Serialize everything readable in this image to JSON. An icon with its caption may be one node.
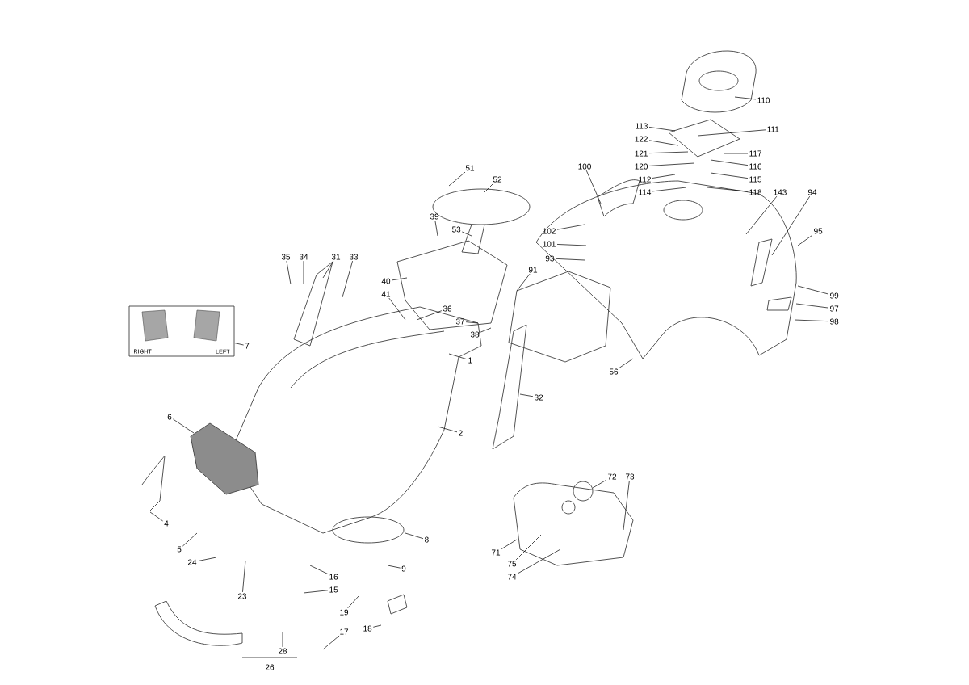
{
  "diagram": {
    "nodes": [
      {
        "text": [
          "RIGHT",
          "LEFT"
        ]
      },
      {
        "text": [
          "110"
        ]
      },
      {
        "text": [
          "113"
        ]
      },
      {
        "text": [
          "111"
        ]
      },
      {
        "text": [
          "122"
        ]
      },
      {
        "text": [
          "117"
        ]
      },
      {
        "text": [
          "121"
        ]
      },
      {
        "text": [
          "116"
        ]
      },
      {
        "text": [
          "100"
        ]
      },
      {
        "text": [
          "120"
        ]
      },
      {
        "text": [
          "115"
        ]
      },
      {
        "text": [
          "112"
        ]
      },
      {
        "text": [
          "51"
        ]
      },
      {
        "text": [
          "52"
        ]
      },
      {
        "text": [
          "114"
        ]
      },
      {
        "text": [
          "118"
        ]
      },
      {
        "text": [
          "143"
        ]
      },
      {
        "text": [
          "94"
        ]
      },
      {
        "text": [
          "39"
        ]
      },
      {
        "text": [
          "53"
        ]
      },
      {
        "text": [
          "102"
        ]
      },
      {
        "text": [
          "95"
        ]
      },
      {
        "text": [
          "101"
        ]
      },
      {
        "text": [
          "35"
        ]
      },
      {
        "text": [
          "34"
        ]
      },
      {
        "text": [
          "31"
        ]
      },
      {
        "text": [
          "33"
        ]
      },
      {
        "text": [
          "93"
        ]
      },
      {
        "text": [
          "91"
        ]
      },
      {
        "text": [
          "40"
        ]
      },
      {
        "text": [
          "41"
        ]
      },
      {
        "text": [
          "99"
        ]
      },
      {
        "text": [
          "36"
        ]
      },
      {
        "text": [
          "97"
        ]
      },
      {
        "text": [
          "37"
        ]
      },
      {
        "text": [
          "98"
        ]
      },
      {
        "text": [
          "38"
        ]
      },
      {
        "text": [
          "7"
        ]
      },
      {
        "text": [
          "1"
        ]
      },
      {
        "text": [
          "56"
        ]
      },
      {
        "text": [
          "32"
        ]
      },
      {
        "text": [
          "6"
        ]
      },
      {
        "text": [
          "2"
        ]
      },
      {
        "text": [
          "72"
        ]
      },
      {
        "text": [
          "73"
        ]
      },
      {
        "text": [
          "4"
        ]
      },
      {
        "text": [
          "8"
        ]
      },
      {
        "text": [
          "5"
        ]
      },
      {
        "text": [
          "71"
        ]
      },
      {
        "text": [
          "24"
        ]
      },
      {
        "text": [
          "75"
        ]
      },
      {
        "text": [
          "9"
        ]
      },
      {
        "text": [
          "74"
        ]
      },
      {
        "text": [
          "16"
        ]
      },
      {
        "text": [
          "15"
        ]
      },
      {
        "text": [
          "23"
        ]
      },
      {
        "text": [
          "19"
        ]
      },
      {
        "text": [
          "17"
        ]
      },
      {
        "text": [
          "18"
        ]
      },
      {
        "text": [
          "28"
        ]
      }
    ],
    "edges": [
      {
        "from": 1,
        "to": null,
        "arrow": "none"
      },
      {
        "from": 2,
        "to": null,
        "arrow": "none"
      },
      {
        "from": 3,
        "to": null,
        "arrow": "none"
      },
      {
        "from": 4,
        "to": null,
        "arrow": "none"
      },
      {
        "from": 5,
        "to": null,
        "arrow": "none"
      },
      {
        "from": 6,
        "to": null,
        "arrow": "none"
      },
      {
        "from": 7,
        "to": null,
        "arrow": "none"
      },
      {
        "from": 8,
        "to": null,
        "arrow": "none"
      },
      {
        "from": 9,
        "to": null,
        "arrow": "none"
      },
      {
        "from": 10,
        "to": null,
        "arrow": "none"
      },
      {
        "from": 11,
        "to": null,
        "arrow": "none"
      },
      {
        "from": 12,
        "to": null,
        "arrow": "none"
      },
      {
        "from": 13,
        "to": null,
        "arrow": "none"
      },
      {
        "from": 14,
        "to": null,
        "arrow": "none"
      },
      {
        "from": 15,
        "to": null,
        "arrow": "none"
      },
      {
        "from": 16,
        "to": null,
        "arrow": "none"
      },
      {
        "from": 17,
        "to": null,
        "arrow": "none"
      },
      {
        "from": 18,
        "to": null,
        "arrow": "none"
      },
      {
        "from": 19,
        "to": null,
        "arrow": "none"
      },
      {
        "from": 20,
        "to": null,
        "arrow": "none"
      },
      {
        "from": 21,
        "to": null,
        "arrow": "none"
      },
      {
        "from": 22,
        "to": null,
        "arrow": "none"
      },
      {
        "from": 23,
        "to": null,
        "arrow": "none"
      },
      {
        "from": 24,
        "to": null,
        "arrow": "none"
      },
      {
        "from": 25,
        "to": null,
        "arrow": "none"
      },
      {
        "from": 26,
        "to": null,
        "arrow": "none"
      },
      {
        "from": 27,
        "to": null,
        "arrow": "none"
      },
      {
        "from": 28,
        "to": null,
        "arrow": "none"
      },
      {
        "from": 29,
        "to": null,
        "arrow": "none"
      },
      {
        "from": 30,
        "to": null,
        "arrow": "none"
      },
      {
        "from": 31,
        "to": null,
        "arrow": "none"
      },
      {
        "from": 32,
        "to": null,
        "arrow": "none"
      },
      {
        "from": 33,
        "to": null,
        "arrow": "none"
      },
      {
        "from": 34,
        "to": null,
        "arrow": "none"
      },
      {
        "from": 35,
        "to": null,
        "arrow": "none"
      },
      {
        "from": 36,
        "to": null,
        "arrow": "none"
      },
      {
        "from": 37,
        "to": 0,
        "arrow": "none"
      },
      {
        "from": 38,
        "to": null,
        "arrow": "none"
      },
      {
        "from": 39,
        "to": null,
        "arrow": "none"
      },
      {
        "from": 40,
        "to": null,
        "arrow": "none"
      },
      {
        "from": 41,
        "to": null,
        "arrow": "none"
      },
      {
        "from": 42,
        "to": null,
        "arrow": "none"
      },
      {
        "from": 43,
        "to": null,
        "arrow": "none"
      },
      {
        "from": 44,
        "to": null,
        "arrow": "none"
      },
      {
        "from": 45,
        "to": null,
        "arrow": "none"
      },
      {
        "from": 46,
        "to": null,
        "arrow": "none"
      },
      {
        "from": 47,
        "to": null,
        "arrow": "none"
      },
      {
        "from": 48,
        "to": null,
        "arrow": "none"
      },
      {
        "from": 49,
        "to": null,
        "arrow": "none"
      },
      {
        "from": 50,
        "to": null,
        "arrow": "none"
      },
      {
        "from": 51,
        "to": null,
        "arrow": "none"
      },
      {
        "from": 52,
        "to": null,
        "arrow": "none"
      },
      {
        "from": 53,
        "to": null,
        "arrow": "none"
      },
      {
        "from": 54,
        "to": null,
        "arrow": "none"
      },
      {
        "from": 55,
        "to": null,
        "arrow": "none"
      },
      {
        "from": 56,
        "to": null,
        "arrow": "none"
      },
      {
        "from": 57,
        "to": null,
        "arrow": "none"
      },
      {
        "from": 58,
        "to": null,
        "arrow": "none"
      },
      {
        "from": 59,
        "to": null,
        "arrow": "none"
      }
    ],
    "labels": [
      "26"
    ]
  }
}
